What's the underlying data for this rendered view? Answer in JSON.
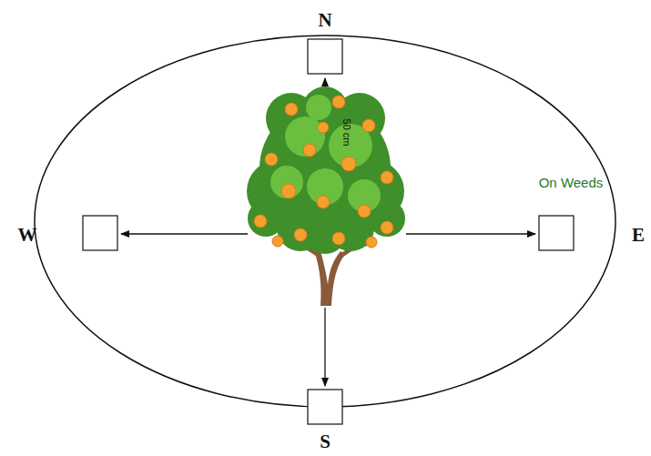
{
  "diagram": {
    "labels": [
      "N",
      "50 cm",
      "On Weeds",
      "W",
      "E",
      "S"
    ]
  }
}
